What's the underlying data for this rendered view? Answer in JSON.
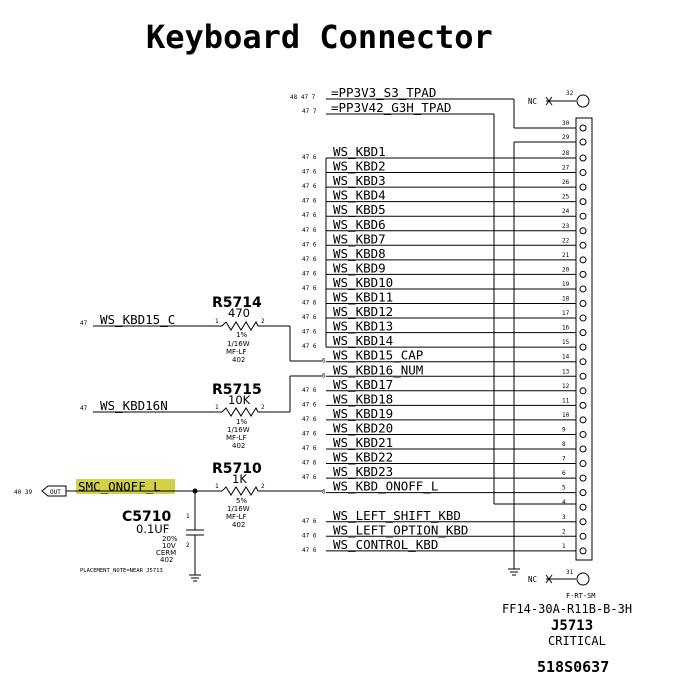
{
  "title": "Keyboard Connector",
  "power_nets": [
    {
      "label": "=PP3V3_S3_TPAD",
      "ref": "48 47 7"
    },
    {
      "label": "=PP3V42_G3H_TPAD",
      "ref": "47 7"
    }
  ],
  "connector_nets": [
    {
      "label": "WS_KBD1",
      "ref": "47 6",
      "pin": "28"
    },
    {
      "label": "WS_KBD2",
      "ref": "47 6",
      "pin": "27"
    },
    {
      "label": "WS_KBD3",
      "ref": "47 6",
      "pin": "26"
    },
    {
      "label": "WS_KBD4",
      "ref": "47 6",
      "pin": "25"
    },
    {
      "label": "WS_KBD5",
      "ref": "47 6",
      "pin": "24"
    },
    {
      "label": "WS_KBD6",
      "ref": "47 6",
      "pin": "23"
    },
    {
      "label": "WS_KBD7",
      "ref": "47 6",
      "pin": "22"
    },
    {
      "label": "WS_KBD8",
      "ref": "47 6",
      "pin": "21"
    },
    {
      "label": "WS_KBD9",
      "ref": "47 6",
      "pin": "20"
    },
    {
      "label": "WS_KBD10",
      "ref": "47 6",
      "pin": "19"
    },
    {
      "label": "WS_KBD11",
      "ref": "47 6",
      "pin": "18"
    },
    {
      "label": "WS_KBD12",
      "ref": "47 6",
      "pin": "17"
    },
    {
      "label": "WS_KBD13",
      "ref": "47 6",
      "pin": "16"
    },
    {
      "label": "WS_KBD14",
      "ref": "47 6",
      "pin": "15"
    },
    {
      "label": "WS_KBD15_CAP",
      "ref": "6",
      "pin": "14"
    },
    {
      "label": "WS_KBD16_NUM",
      "ref": "6",
      "pin": "13"
    },
    {
      "label": "WS_KBD17",
      "ref": "47 6",
      "pin": "12"
    },
    {
      "label": "WS_KBD18",
      "ref": "47 6",
      "pin": "11"
    },
    {
      "label": "WS_KBD19",
      "ref": "47 6",
      "pin": "10"
    },
    {
      "label": "WS_KBD20",
      "ref": "47 6",
      "pin": "9"
    },
    {
      "label": "WS_KBD21",
      "ref": "47 6",
      "pin": "8"
    },
    {
      "label": "WS_KBD22",
      "ref": "47 6",
      "pin": "7"
    },
    {
      "label": "WS_KBD23",
      "ref": "47 6",
      "pin": "6"
    },
    {
      "label": "WS_KBD_ONOFF_L",
      "ref": "6",
      "pin": "5"
    },
    {
      "label": "",
      "ref": "",
      "pin": "4"
    },
    {
      "label": "WS_LEFT_SHIFT_KBD",
      "ref": "47 6",
      "pin": "3"
    },
    {
      "label": "WS_LEFT_OPTION_KBD",
      "ref": "47 6",
      "pin": "2"
    },
    {
      "label": "WS_CONTROL_KBD",
      "ref": "47 6",
      "pin": "1"
    }
  ],
  "top_pins": [
    "30",
    "29"
  ],
  "nc_pins": {
    "top": {
      "nc": "NC",
      "pin": "32"
    },
    "bottom": {
      "nc": "NC",
      "pin": "31"
    }
  },
  "resistors": [
    {
      "ref": "R5714",
      "value": "470",
      "tol": "1%",
      "power": "1/16W",
      "type": "MF-LF",
      "pkg": "402",
      "net": "WS_KBD15_C",
      "net_ref": "47",
      "p1": "1",
      "p2": "2"
    },
    {
      "ref": "R5715",
      "value": "10K",
      "tol": "1%",
      "power": "1/16W",
      "type": "MF-LF",
      "pkg": "402",
      "net": "WS_KBD16N",
      "net_ref": "47",
      "p1": "1",
      "p2": "2"
    },
    {
      "ref": "R5710",
      "value": "1K",
      "tol": "5%",
      "power": "1/16W",
      "type": "MF-LF",
      "pkg": "402",
      "net": "",
      "net_ref": "",
      "p1": "1",
      "p2": "2"
    }
  ],
  "smc_net": {
    "label": "SMC_ONOFF_L",
    "ref": "40 39",
    "port": "OUT"
  },
  "capacitor": {
    "ref": "C5710",
    "value": "0.1UF",
    "tol": "20%",
    "voltage": "10V",
    "type": "CERM",
    "pkg": "402",
    "p1": "1",
    "p2": "2"
  },
  "placement_note": "PLACEMENT_NOTE=NEAR J5713",
  "connector": {
    "type": "F-RT-SM",
    "part": "FF14-30A-R11B-B-3H",
    "ref": "J5713",
    "note": "CRITICAL"
  },
  "part_number": "518S0637",
  "highlight_color": "#c9c92a"
}
